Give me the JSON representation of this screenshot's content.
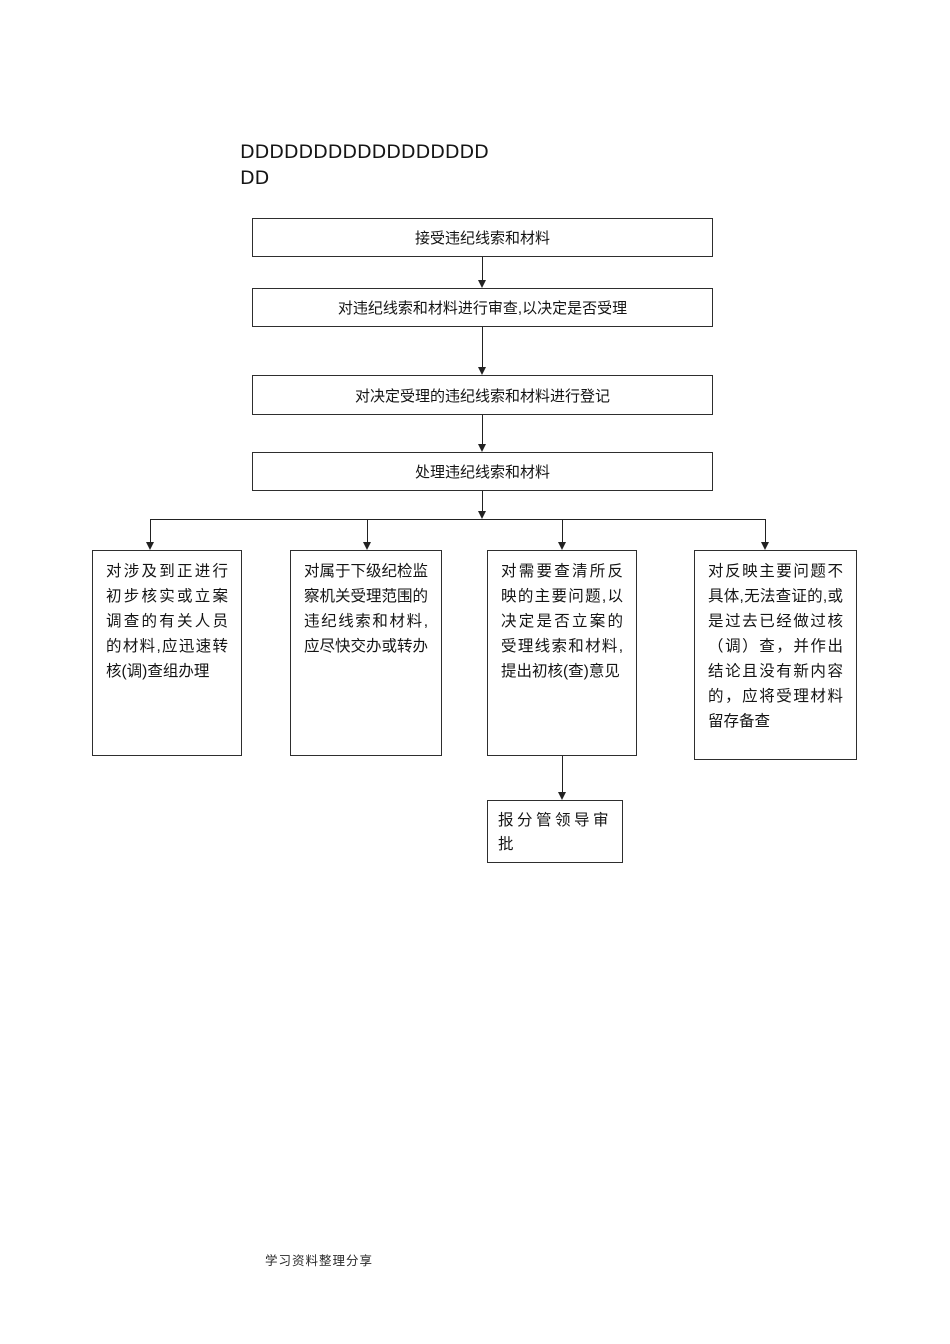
{
  "page": {
    "title_placeholder_line1": "DDDDDDDDDDDDDDDDD",
    "title_placeholder_line2": "DD",
    "footer_note": "学习资料整理分享"
  },
  "flowchart": {
    "steps": [
      {
        "label": "接受违纪线索和材料"
      },
      {
        "label": "对违纪线索和材料进行审查,以决定是否受理"
      },
      {
        "label": "对决定受理的违纪线索和材料进行登记"
      },
      {
        "label": "处理违纪线索和材料"
      }
    ],
    "branches": [
      {
        "label": "对涉及到正进行初步核实或立案调查的有关人员的材料,应迅速转核(调)查组办理"
      },
      {
        "label": "对属于下级纪检监察机关受理范围的违纪线索和材料,应尽快交办或转办"
      },
      {
        "label": "对需要查清所反映的主要问题,以决定是否立案的受理线索和材料,提出初核(查)意见"
      },
      {
        "label": "对反映主要问题不具体,无法查证的,或是过去已经做过核（调）查，并作出结论且没有新内容的，应将受理材料留存备查"
      }
    ],
    "approval": {
      "label": "报分管领导审批"
    }
  }
}
